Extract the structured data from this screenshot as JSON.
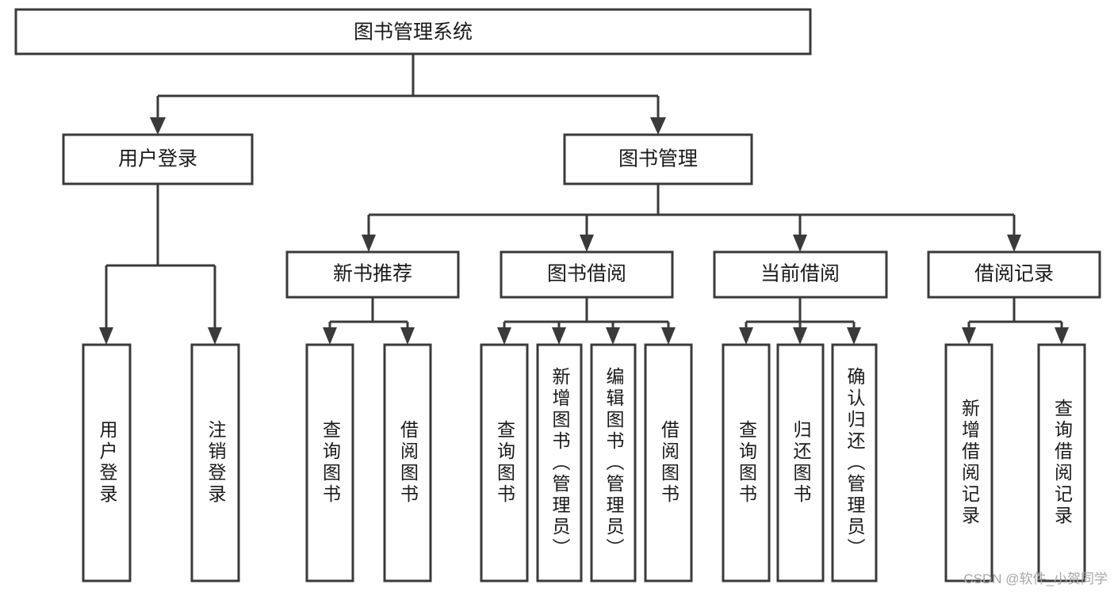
{
  "diagram": {
    "type": "tree",
    "title": "图书管理系统",
    "orientation": "top-down",
    "root": {
      "id": "root",
      "label": "图书管理系统"
    },
    "level2": [
      {
        "id": "user-login",
        "label": "用户登录"
      },
      {
        "id": "book-management",
        "label": "图书管理"
      }
    ],
    "level3": [
      {
        "id": "new-book-recommend",
        "label": "新书推荐",
        "parent": "book-management"
      },
      {
        "id": "book-borrow",
        "label": "图书借阅",
        "parent": "book-management"
      },
      {
        "id": "current-borrow",
        "label": "当前借阅",
        "parent": "book-management"
      },
      {
        "id": "borrow-record",
        "label": "借阅记录",
        "parent": "book-management"
      }
    ],
    "leaves": [
      {
        "id": "leaf-user-login",
        "label": "用户登录",
        "parent": "user-login"
      },
      {
        "id": "leaf-logout",
        "label": "注销登录",
        "parent": "user-login"
      },
      {
        "id": "leaf-query-book-1",
        "label": "查询图书",
        "parent": "new-book-recommend"
      },
      {
        "id": "leaf-borrow-book-1",
        "label": "借阅图书",
        "parent": "new-book-recommend"
      },
      {
        "id": "leaf-query-book-2",
        "label": "查询图书",
        "parent": "book-borrow"
      },
      {
        "id": "leaf-add-book",
        "label": "新增图书（管理员）",
        "parent": "book-borrow"
      },
      {
        "id": "leaf-edit-book",
        "label": "编辑图书（管理员）",
        "parent": "book-borrow"
      },
      {
        "id": "leaf-borrow-book-2",
        "label": "借阅图书",
        "parent": "book-borrow"
      },
      {
        "id": "leaf-query-book-3",
        "label": "查询图书",
        "parent": "current-borrow"
      },
      {
        "id": "leaf-return-book",
        "label": "归还图书",
        "parent": "current-borrow"
      },
      {
        "id": "leaf-confirm-return",
        "label": "确认归还（管理员）",
        "parent": "current-borrow"
      },
      {
        "id": "leaf-add-record",
        "label": "新增借阅记录",
        "parent": "borrow-record"
      },
      {
        "id": "leaf-query-record",
        "label": "查询借阅记录",
        "parent": "borrow-record"
      }
    ],
    "colors": {
      "stroke": "#3a3a3a",
      "fill": "#ffffff",
      "text": "#1a1a1a",
      "watermark": "#a8a8a8"
    }
  },
  "watermark": {
    "text": "CSDN @软件_小贺同学"
  }
}
